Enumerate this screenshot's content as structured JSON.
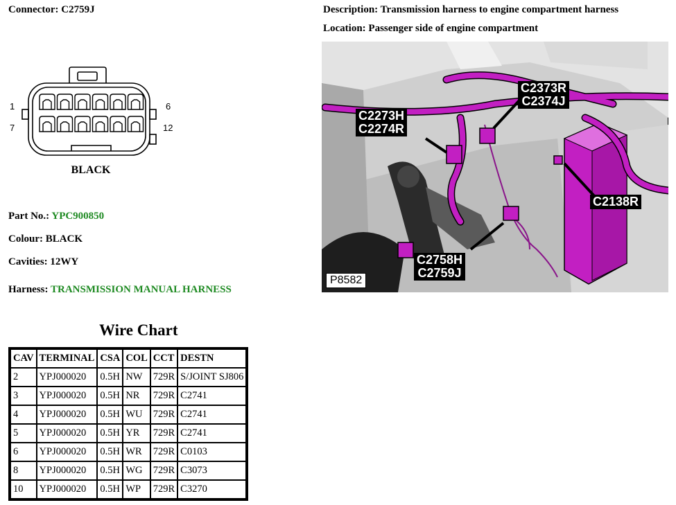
{
  "header": {
    "connector_label": "Connector:",
    "connector_value": "C2759J",
    "description_label": "Description:",
    "description_value": "Transmission harness to engine compartment harness",
    "location_label": "Location:",
    "location_value": "Passenger side of engine compartment"
  },
  "connector_diagram": {
    "pin_labels": {
      "top_left": "1",
      "top_right": "6",
      "bottom_left": "7",
      "bottom_right": "12"
    },
    "color_label": "BLACK"
  },
  "details": {
    "part_no_label": "Part No.:",
    "part_no_value": "YPC900850",
    "colour_label": "Colour:",
    "colour_value": "BLACK",
    "cavities_label": "Cavities:",
    "cavities_value": "12WY",
    "harness_label": "Harness:",
    "harness_value": "TRANSMISSION MANUAL HARNESS"
  },
  "colors": {
    "link_green": "#1e8a22",
    "harness_magenta": "#c21fc2"
  },
  "wire_chart": {
    "title": "Wire Chart",
    "headers": [
      "CAV",
      "TERMINAL",
      "CSA",
      "COL",
      "CCT",
      "DESTN"
    ],
    "rows": [
      [
        "2",
        "YPJ000020",
        "0.5H",
        "NW",
        "729R",
        "S/JOINT SJ806"
      ],
      [
        "3",
        "YPJ000020",
        "0.5H",
        "NR",
        "729R",
        "C2741"
      ],
      [
        "4",
        "YPJ000020",
        "0.5H",
        "WU",
        "729R",
        "C2741"
      ],
      [
        "5",
        "YPJ000020",
        "0.5H",
        "YR",
        "729R",
        "C2741"
      ],
      [
        "6",
        "YPJ000020",
        "0.5H",
        "WR",
        "729R",
        "C0103"
      ],
      [
        "8",
        "YPJ000020",
        "0.5H",
        "WG",
        "729R",
        "C3073"
      ],
      [
        "10",
        "YPJ000020",
        "0.5H",
        "WP",
        "729R",
        "C3270"
      ]
    ]
  },
  "photo": {
    "labels": {
      "c2373": "C2373R\nC2374J",
      "c2273": "C2273H\nC2274R",
      "c2138": "C2138R",
      "c2758": "C2758H\nC2759J"
    },
    "ref": "P8582"
  }
}
